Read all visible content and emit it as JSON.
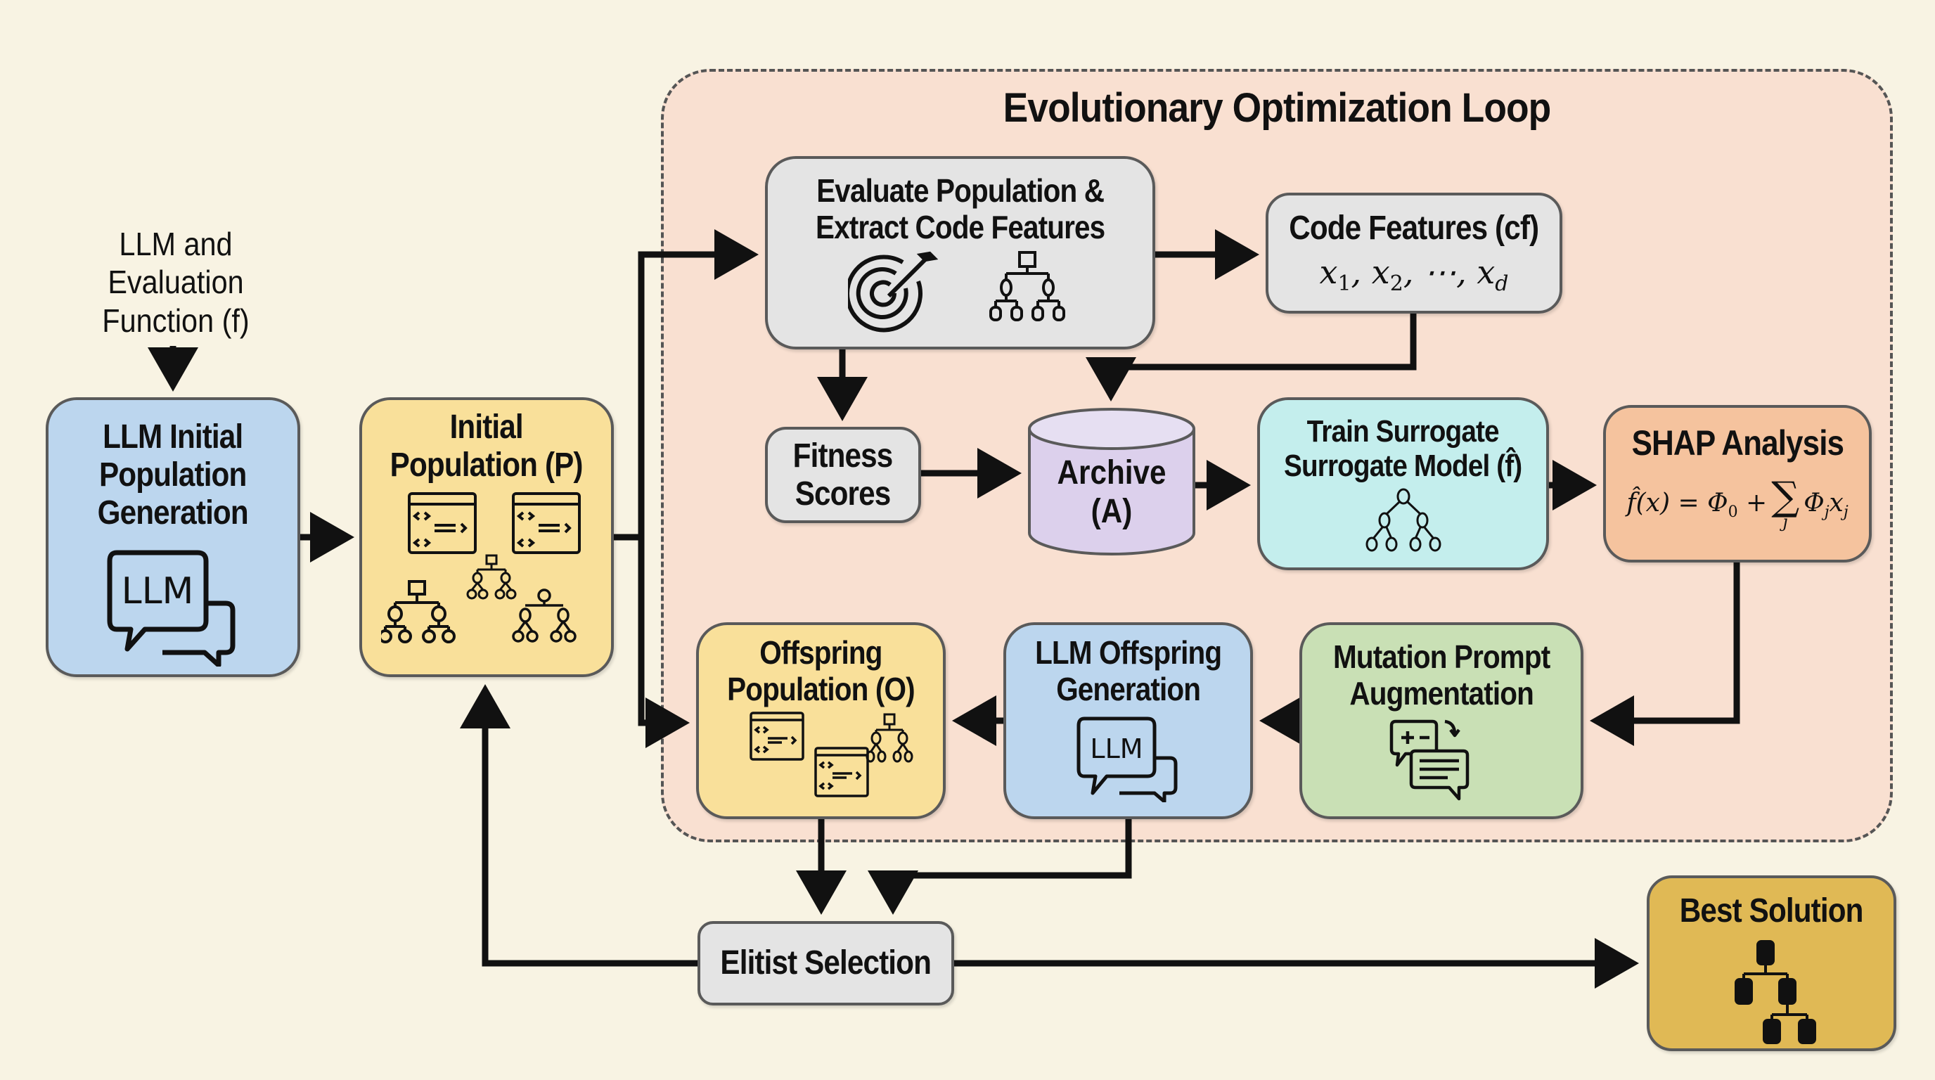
{
  "input_label": [
    "LLM and",
    "Evaluation",
    "Function (f)"
  ],
  "loop": {
    "title": "Evolutionary Optimization Loop"
  },
  "nodes": {
    "llm_initial": {
      "lines": [
        "LLM Initial",
        "Population",
        "Generation"
      ],
      "icon": "llm-chat-icon",
      "icon_text": "LLM"
    },
    "initial_population": {
      "lines": [
        "Initial",
        "Population (P)"
      ],
      "icon": "code-window-and-tree-icons"
    },
    "evaluate": {
      "lines": [
        "Evaluate Population &",
        "Extract Code Features"
      ],
      "icons": [
        "target-icon",
        "tree-icon"
      ]
    },
    "code_features": {
      "lines": [
        "Code Features (cf)"
      ],
      "formula": "x₁, x₂, ⋯, x_d"
    },
    "fitness": {
      "lines": [
        "Fitness",
        "Scores"
      ]
    },
    "archive": {
      "lines": [
        "Archive",
        "(A)"
      ],
      "icon": "database-cylinder"
    },
    "train_surrogate": {
      "lines": [
        "Train Surrogate",
        "Surrogate Model (f̂)"
      ],
      "icon": "binary-tree-icon"
    },
    "shap": {
      "lines": [
        "SHAP Analysis"
      ],
      "formula": "f̂(x) = Φ₀ + Σⱼ Φⱼxⱼ"
    },
    "mutation": {
      "lines": [
        "Mutation Prompt",
        "Augmentation"
      ],
      "icon": "prompt-edit-chat-icon"
    },
    "llm_offspring": {
      "lines": [
        "LLM Offspring",
        "Generation"
      ],
      "icon": "llm-chat-icon",
      "icon_text": "LLM"
    },
    "offspring_population": {
      "lines": [
        "Offspring",
        "Population (O)"
      ],
      "icon": "code-window-and-tree-icons"
    },
    "elitist": {
      "lines": [
        "Elitist Selection"
      ]
    },
    "best": {
      "lines": [
        "Best Solution"
      ],
      "icon": "hierarchy-icon"
    }
  },
  "colors": {
    "background": "#f8f3e3",
    "loop_fill": "#f9e0d1",
    "blue": "#bcd6ee",
    "yellow": "#f9e09a",
    "gray": "#e4e4e4",
    "purple": "#dcd0ec",
    "cyan": "#c4eeed",
    "orange": "#f5c39e",
    "green": "#c9e0b5",
    "gold": "#e0b955"
  },
  "edges": [
    [
      "input_label",
      "llm_initial"
    ],
    [
      "llm_initial",
      "initial_population"
    ],
    [
      "initial_population",
      "evaluate"
    ],
    [
      "initial_population",
      "offspring_population"
    ],
    [
      "evaluate",
      "code_features"
    ],
    [
      "evaluate",
      "fitness"
    ],
    [
      "code_features",
      "archive"
    ],
    [
      "fitness",
      "archive"
    ],
    [
      "archive",
      "train_surrogate"
    ],
    [
      "train_surrogate",
      "shap"
    ],
    [
      "shap",
      "mutation"
    ],
    [
      "mutation",
      "llm_offspring"
    ],
    [
      "llm_offspring",
      "offspring_population"
    ],
    [
      "offspring_population",
      "elitist"
    ],
    [
      "llm_offspring",
      "elitist"
    ],
    [
      "elitist",
      "initial_population"
    ],
    [
      "elitist",
      "best"
    ]
  ]
}
